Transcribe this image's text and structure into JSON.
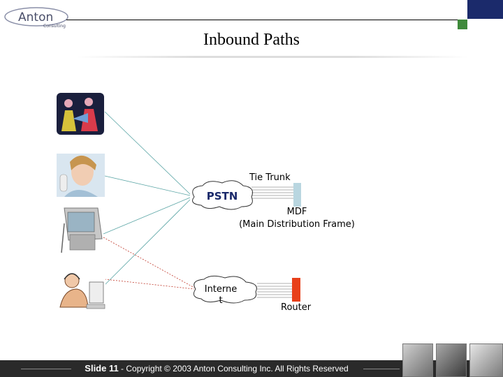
{
  "header": {
    "logo_text": "Anton",
    "logo_sub": "Consulting",
    "title": "Inbound Paths"
  },
  "diagram": {
    "pstn_label": "PSTN",
    "internet_label_line1": "Interne",
    "internet_label_line2": "t",
    "tie_trunk_label": "Tie Trunk",
    "mdf_label_line1": "MDF",
    "mdf_label_line2": "(Main Distribution Frame)",
    "router_label": "Router"
  },
  "footer": {
    "slide_label": "Slide 11",
    "copyright": " - Copyright © 2003 Anton Consulting Inc.  All Rights Reserved"
  },
  "colors": {
    "brand_dark": "#1b2a6b",
    "brand_green": "#3f8a3b",
    "pstn_line": "#5aa5a5",
    "internet_line": "#c0392b",
    "mdf_block": "#b9d6e0",
    "router_block": "#e8401a"
  }
}
